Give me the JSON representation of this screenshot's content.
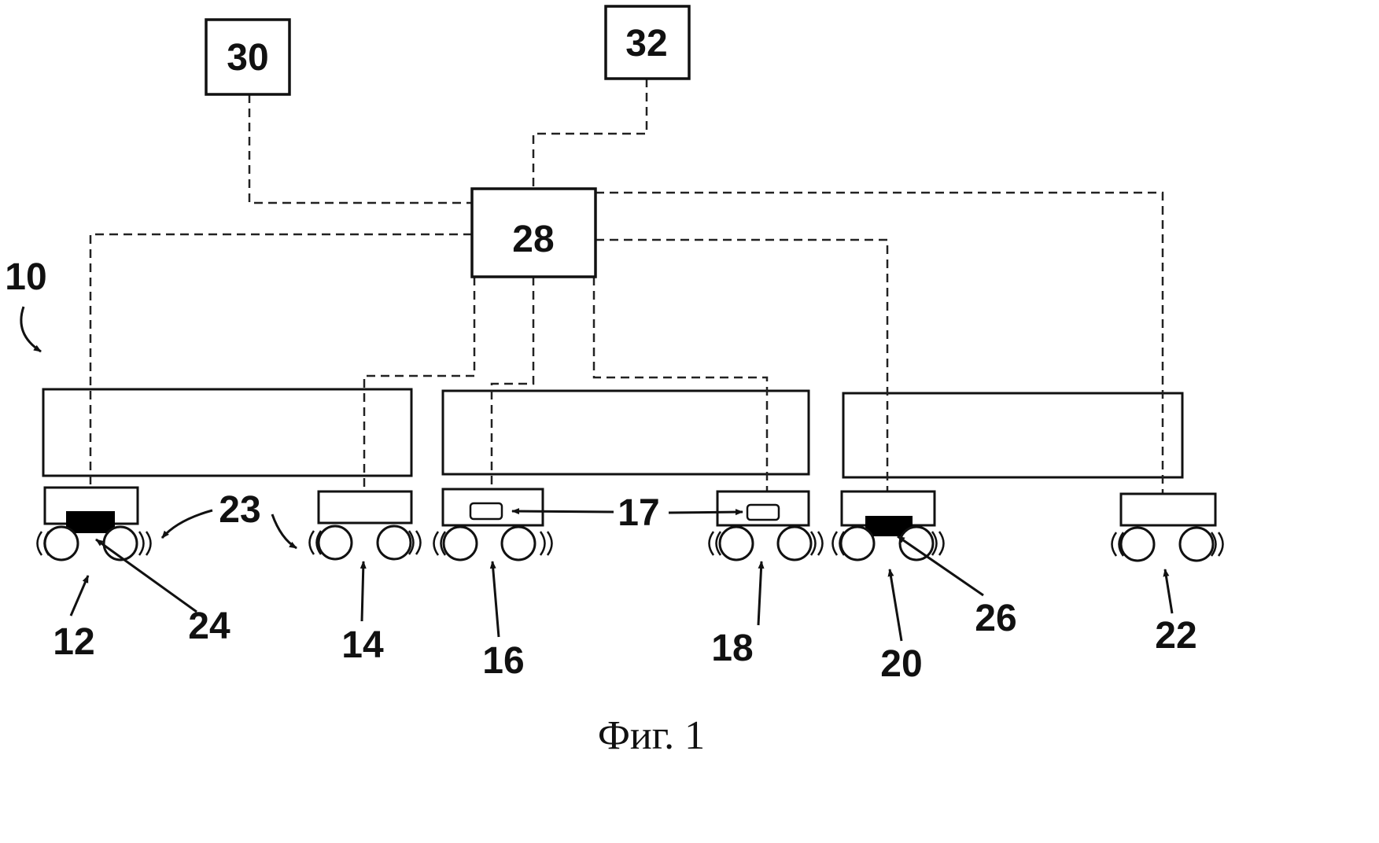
{
  "diagram": {
    "caption": "Фиг. 1",
    "boxes": {
      "box28": "28",
      "box30": "30",
      "box32": "32"
    },
    "refs": {
      "r10": "10",
      "r12": "12",
      "r14": "14",
      "r16": "16",
      "r17": "17",
      "r18": "18",
      "r20": "20",
      "r22": "22",
      "r23": "23",
      "r24": "24",
      "r26": "26"
    }
  }
}
